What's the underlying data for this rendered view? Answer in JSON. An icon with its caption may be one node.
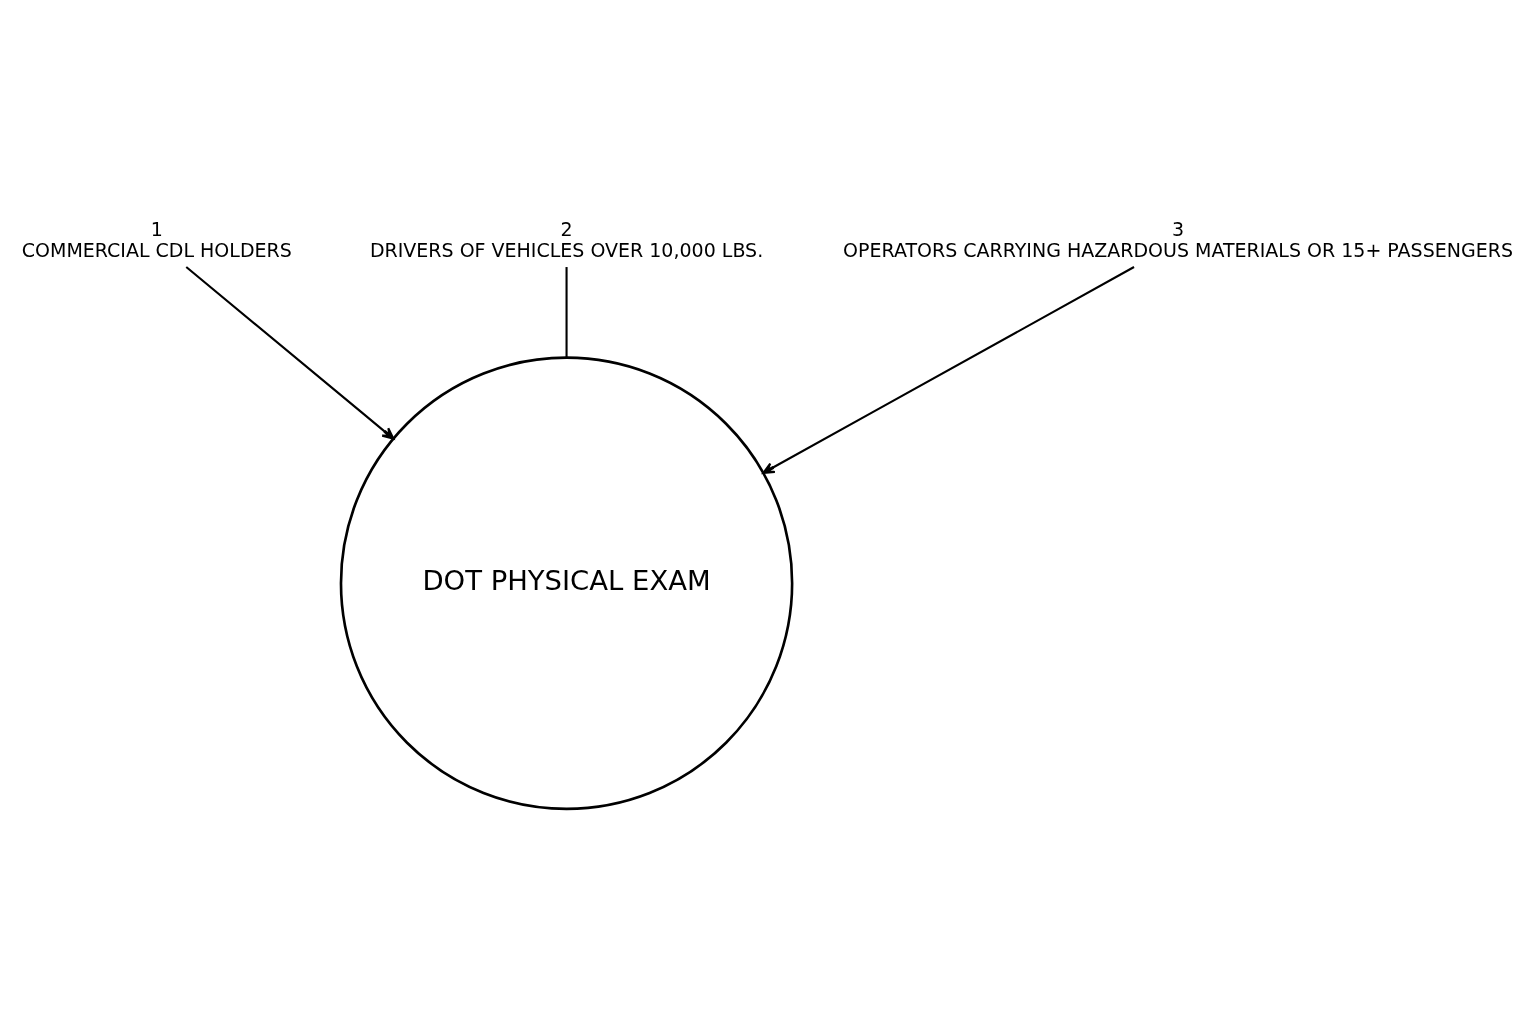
{
  "diagram": {
    "nodes": [
      {
        "text": [
          "1",
          "COMMERCIAL CDL HOLDERS"
        ]
      },
      {
        "text": [
          "2",
          "DRIVERS OF VEHICLES OVER 10,000 LBS."
        ]
      },
      {
        "text": [
          "3",
          "OPERATORS CARRYING HAZARDOUS MATERIALS OR 15+ PASSENGERS"
        ]
      },
      {
        "text": [
          "DOT PHYSICAL EXAM"
        ]
      }
    ],
    "edges": [
      {
        "from": 0,
        "to": 3,
        "arrow": "to"
      },
      {
        "from": 1,
        "to": 3,
        "arrow": "none"
      },
      {
        "from": 2,
        "to": 3,
        "arrow": "to"
      }
    ]
  }
}
